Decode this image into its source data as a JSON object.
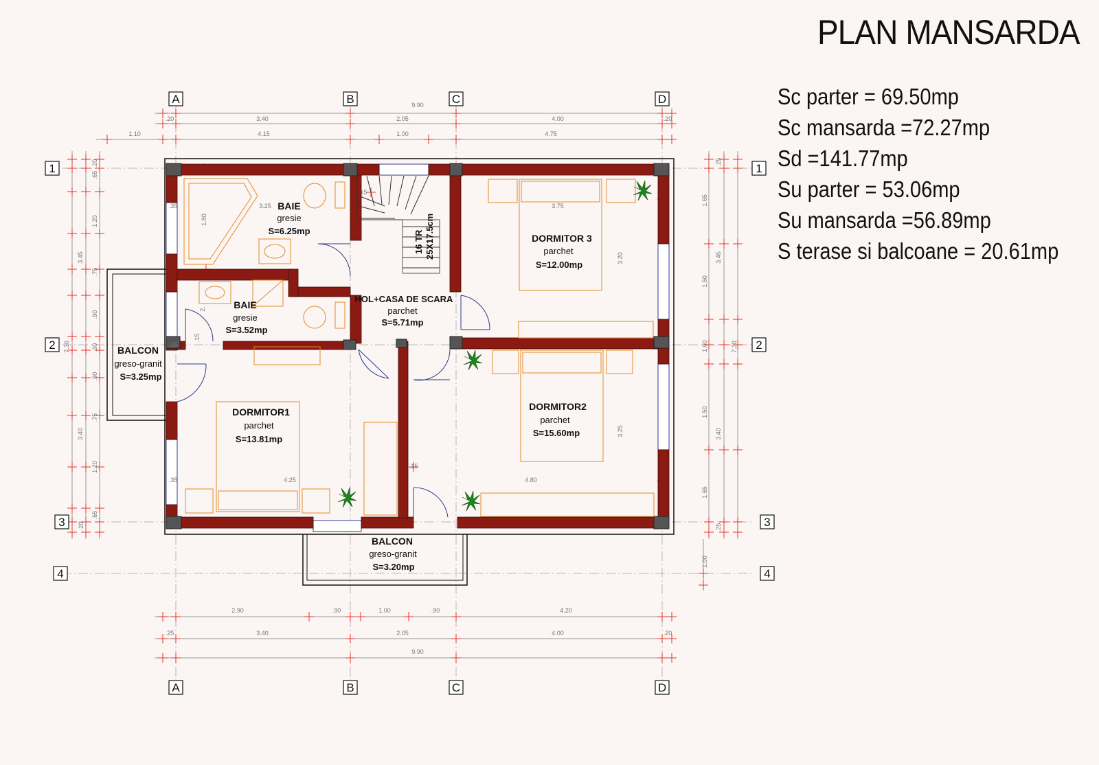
{
  "title": "PLAN MANSARDA",
  "stats": [
    "Sc parter = 69.50mp",
    "Sc mansarda =72.27mp",
    "Sd =141.77mp",
    "Su parter = 53.06mp",
    "Su mansarda =56.89mp",
    "S terase si balcoane = 20.61mp"
  ],
  "axes": {
    "columns": [
      "A",
      "B",
      "C",
      "D"
    ],
    "rows": [
      "1",
      "2",
      "3",
      "4"
    ]
  },
  "rooms": {
    "baie1": {
      "name": "BAIE",
      "finish": "gresie",
      "area": "S=6.25mp"
    },
    "baie2": {
      "name": "BAIE",
      "finish": "gresie",
      "area": "S=3.52mp"
    },
    "hol": {
      "name": "HOL+CASA DE SCARA",
      "finish": "parchet",
      "area": "S=5.71mp"
    },
    "dormitor3": {
      "name": "DORMITOR 3",
      "finish": "parchet",
      "area": "S=12.00mp"
    },
    "dormitor2": {
      "name": "DORMITOR2",
      "finish": "parchet",
      "area": "S=15.60mp"
    },
    "dormitor1": {
      "name": "DORMITOR1",
      "finish": "parchet",
      "area": "S=13.81mp"
    },
    "balcon_vest": {
      "name": "BALCON",
      "finish": "greso-granit",
      "area": "S=3.25mp"
    },
    "balcon_sud": {
      "name": "BALCON",
      "finish": "greso-granit",
      "area": "S=3.20mp"
    }
  },
  "stair": {
    "steps": "16 TR",
    "size": "25X17.5cm"
  },
  "dimensions": {
    "top_total": "9.90",
    "top_row2": [
      ".20",
      "3.40",
      "2.05",
      "4.00",
      ".20"
    ],
    "top_row3": [
      "1.10",
      "4.15",
      "1.00",
      "4.75"
    ],
    "bottom_row1": [
      "2.90",
      ".90",
      "1.00",
      ".90",
      "4.20"
    ],
    "bottom_row2": [
      ".25",
      "3.40",
      "2.05",
      "4.00",
      ".20"
    ],
    "bottom_total": "9.90",
    "left_outer": [
      "3.45",
      "3.40"
    ],
    "left_total": "7.30",
    "left_inner": [
      ".20",
      ".65",
      "1.20",
      ".75",
      ".90",
      ".30",
      ".90",
      ".75",
      "1.20",
      ".65",
      ".20"
    ],
    "right_outer": [
      "3.45",
      "3.40"
    ],
    "right_total": "7.30",
    "right_inner": [
      ".25",
      "1.65",
      "1.50",
      "1.00",
      "1.50",
      "1.65",
      ".25",
      "1.00"
    ],
    "interior": [
      "3.25",
      "1.80",
      ".35",
      ".15",
      "3.75",
      "3.20",
      "3.25",
      "4.25",
      "4.80",
      ".35",
      ".15",
      ".15",
      "2.",
      ".15"
    ]
  }
}
